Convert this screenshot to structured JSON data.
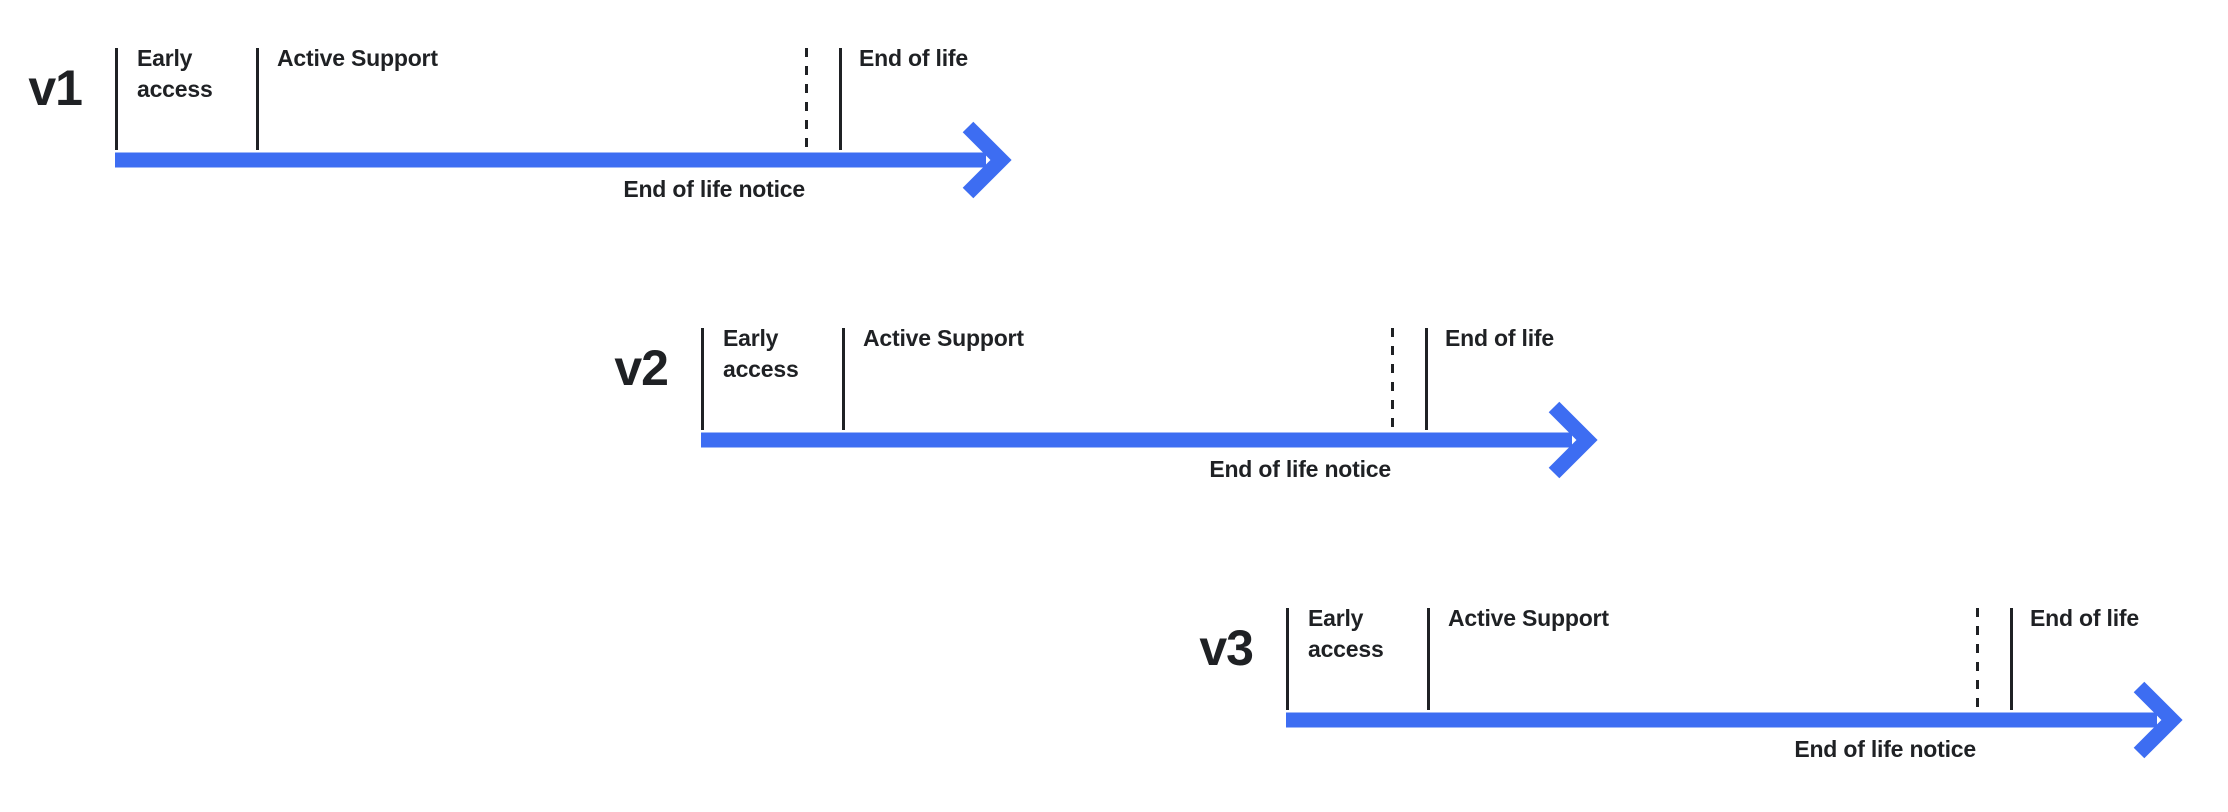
{
  "colors": {
    "accent": "#3D6DF2",
    "ink": "#1F2124",
    "background": "#FFFFFF"
  },
  "rows": [
    {
      "version": "v1",
      "early_access": "Early access",
      "active_support": "Active Support",
      "end_of_life": "End of life",
      "end_of_life_notice": "End of life notice"
    },
    {
      "version": "v2",
      "early_access": "Early access",
      "active_support": "Active Support",
      "end_of_life": "End of life",
      "end_of_life_notice": "End of life notice"
    },
    {
      "version": "v3",
      "early_access": "Early access",
      "active_support": "Active Support",
      "end_of_life": "End of life",
      "end_of_life_notice": "End of life notice"
    }
  ]
}
